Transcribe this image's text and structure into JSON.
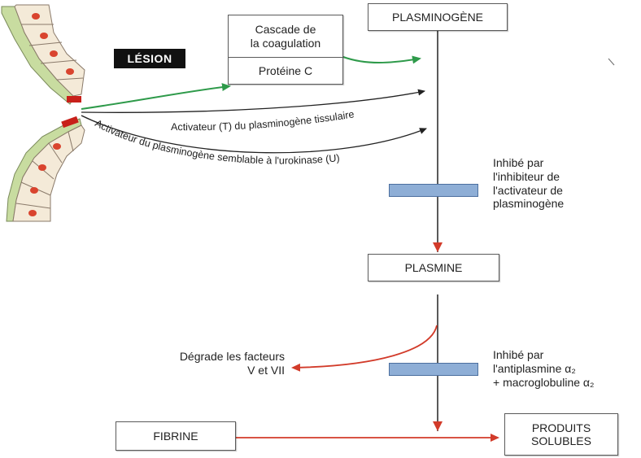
{
  "labels": {
    "lesion": "LÉSION",
    "cascade_line1": "Cascade de",
    "cascade_line2": "la coagulation",
    "proteine_c": "Protéine C",
    "plasminogene": "PLASMINOGÈNE",
    "activateur_t": "Activateur (T)  du plasminogène tissulaire",
    "activateur_u": "Activateur du plasminogène semblable à l'urokinase (U)",
    "inhibe1_line1": "Inhibé par",
    "inhibe1_line2": "l'inhibiteur de",
    "inhibe1_line3": "l'activateur de",
    "inhibe1_line4": "plasminogène",
    "plasmine": "PLASMINE",
    "degrade_line1": "Dégrade les facteurs",
    "degrade_line2": "V et VII",
    "inhibe2_line1": "Inhibé par",
    "inhibe2_line2": "l'antiplasmine α₂",
    "inhibe2_line3": "+ macroglobuline α₂",
    "fibrine": "FIBRINE",
    "produits_line1": "PRODUITS",
    "produits_line2": "SOLUBLES"
  },
  "colors": {
    "green_arrow": "#2e9a4a",
    "red_arrow": "#d23b2a",
    "black_arrow": "#222222",
    "inhibitor_bar": "#8eaed6",
    "cell_fill": "#f4ead8",
    "nucleus": "#d9442e",
    "membrane": "#c8dca0"
  }
}
